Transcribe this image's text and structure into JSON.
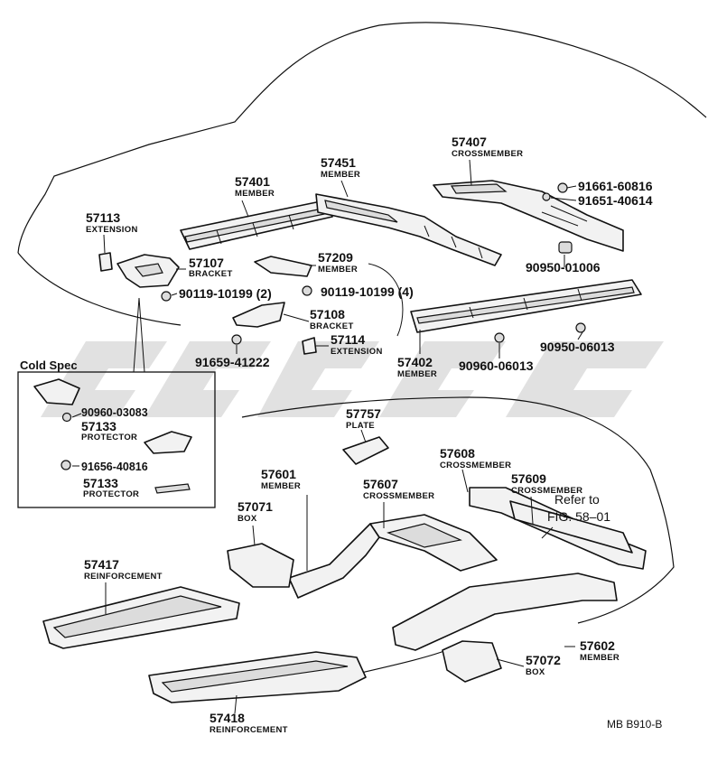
{
  "labels": {
    "p57401": {
      "num": "57401",
      "name": "MEMBER"
    },
    "p57451": {
      "num": "57451",
      "name": "MEMBER"
    },
    "p57407": {
      "num": "57407",
      "name": "CROSSMEMBER"
    },
    "p91661": {
      "num": "91661-60816"
    },
    "p91651": {
      "num": "91651-40614"
    },
    "p57113": {
      "num": "57113",
      "name": "EXTENSION"
    },
    "p57107": {
      "num": "57107",
      "name": "BRACKET"
    },
    "p57209": {
      "num": "57209",
      "name": "MEMBER"
    },
    "p90950_01006": {
      "num": "90950-01006"
    },
    "p90119a": {
      "num": "90119-10199 (2)"
    },
    "p90119b": {
      "num": "90119-10199 (4)"
    },
    "p57108": {
      "num": "57108",
      "name": "BRACKET"
    },
    "p57114": {
      "num": "57114",
      "name": "EXTENSION"
    },
    "p91659": {
      "num": "91659-41222"
    },
    "p57402": {
      "num": "57402",
      "name": "MEMBER"
    },
    "p90950_06013a": {
      "num": "90950-06013"
    },
    "p90960_06013": {
      "num": "90960-06013"
    },
    "p57757": {
      "num": "57757",
      "name": "PLATE"
    },
    "p57608": {
      "num": "57608",
      "name": "CROSSMEMBER"
    },
    "p57601": {
      "num": "57601",
      "name": "MEMBER"
    },
    "p57607": {
      "num": "57607",
      "name": "CROSSMEMBER"
    },
    "p57609": {
      "num": "57609",
      "name": "CROSSMEMBER"
    },
    "p57071": {
      "num": "57071",
      "name": "BOX"
    },
    "p57417": {
      "num": "57417",
      "name": "REINFORCEMENT"
    },
    "p57602": {
      "num": "57602",
      "name": "MEMBER"
    },
    "p57072": {
      "num": "57072",
      "name": "BOX"
    },
    "p57418": {
      "num": "57418",
      "name": "REINFORCEMENT"
    }
  },
  "refer": {
    "line1": "Refer to",
    "line2": "FIG. 58–01"
  },
  "cold_spec": {
    "title": "Cold Spec",
    "c90960": "90960-03083",
    "c57133a": {
      "num": "57133",
      "name": "PROTECTOR"
    },
    "c91656": "91656-40816",
    "c57133b": {
      "num": "57133",
      "name": "PROTECTOR"
    }
  },
  "code": "MB B910-B"
}
